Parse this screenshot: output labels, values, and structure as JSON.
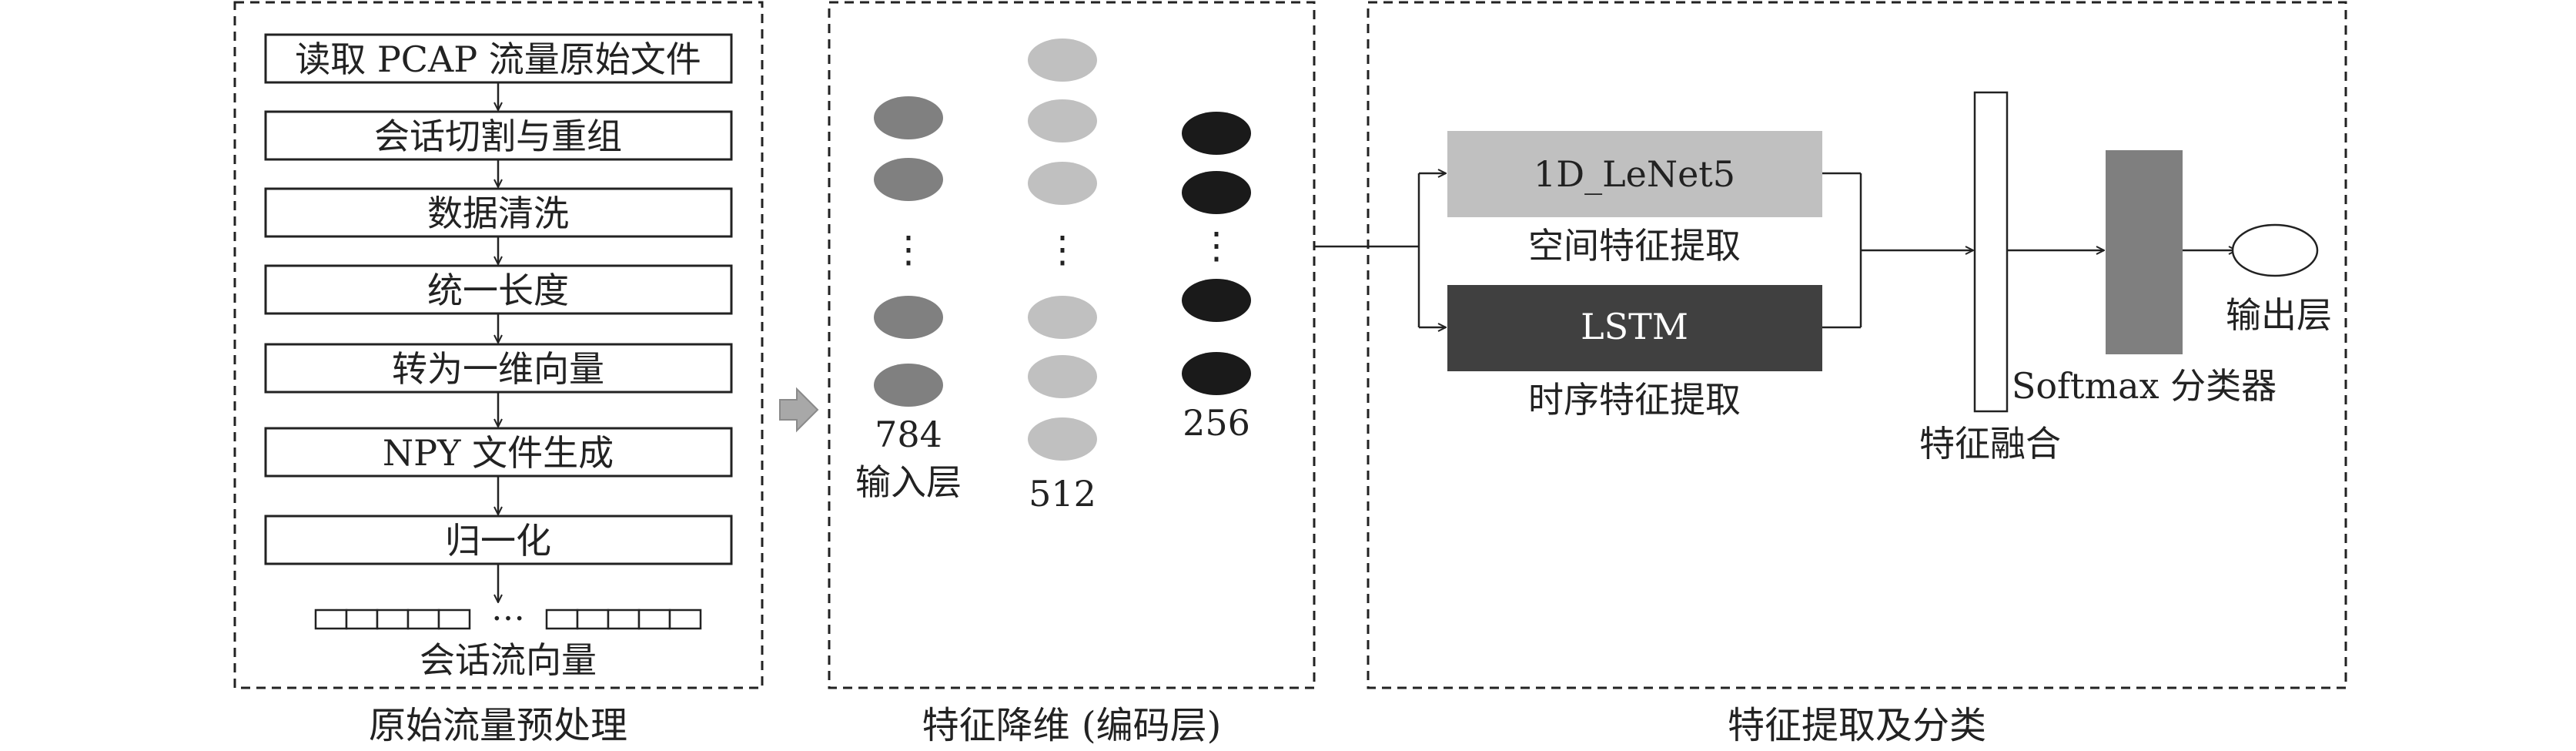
{
  "colors": {
    "line": "#222222",
    "node_input": "#808080",
    "node_hidden": "#c0c0c0",
    "node_latent": "#1a1a1a",
    "lenet_fill": "#c0c0c0",
    "lstm_fill": "#404040",
    "softmax_fill": "#7f7f7f",
    "pipeline_arrow": "#a8a8a8"
  },
  "preprocessing": {
    "caption": "原始流量预处理",
    "steps": [
      "读取 PCAP 流量原始文件",
      "会话切割与重组",
      "数据清洗",
      "统一长度",
      "转为一维向量",
      "NPY 文件生成",
      "归一化"
    ],
    "ellipsis": "…",
    "vector_label": "会话流向量"
  },
  "encoder": {
    "caption": "特征降维 (编码层)",
    "layers": [
      {
        "size": "784",
        "label": "输入层",
        "dots": "⋮",
        "color_key": "node_input"
      },
      {
        "size": "512",
        "label": "",
        "dots": "⋮",
        "color_key": "node_hidden"
      },
      {
        "size": "256",
        "label": "",
        "dots": "⋮",
        "color_key": "node_latent"
      }
    ]
  },
  "classifier": {
    "caption": "特征提取及分类",
    "lenet_label": "1D_LeNet5",
    "spatial_label": "空间特征提取",
    "lstm_label": "LSTM",
    "temporal_label": "时序特征提取",
    "fusion_label": "特征融合",
    "softmax_label": "Softmax 分类器",
    "output_label": "输出层"
  }
}
